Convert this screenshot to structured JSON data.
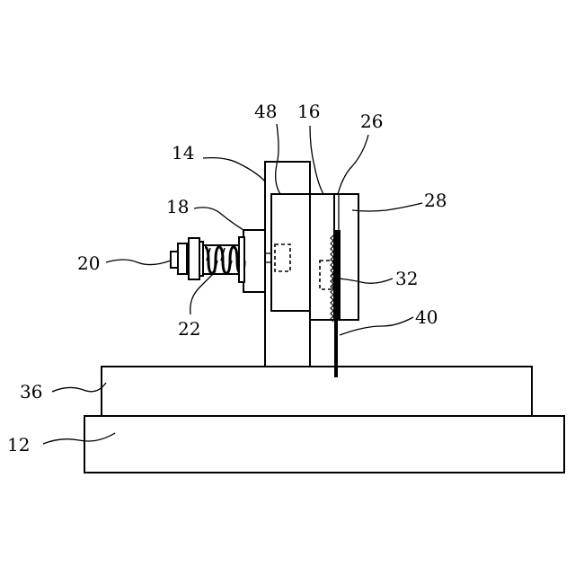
{
  "labels": {
    "r12": "12",
    "r14": "14",
    "r16": "16",
    "r18": "18",
    "r20": "20",
    "r22": "22",
    "r26": "26",
    "r28": "28",
    "r32": "32",
    "r36": "36",
    "r40": "40",
    "r48": "48"
  }
}
